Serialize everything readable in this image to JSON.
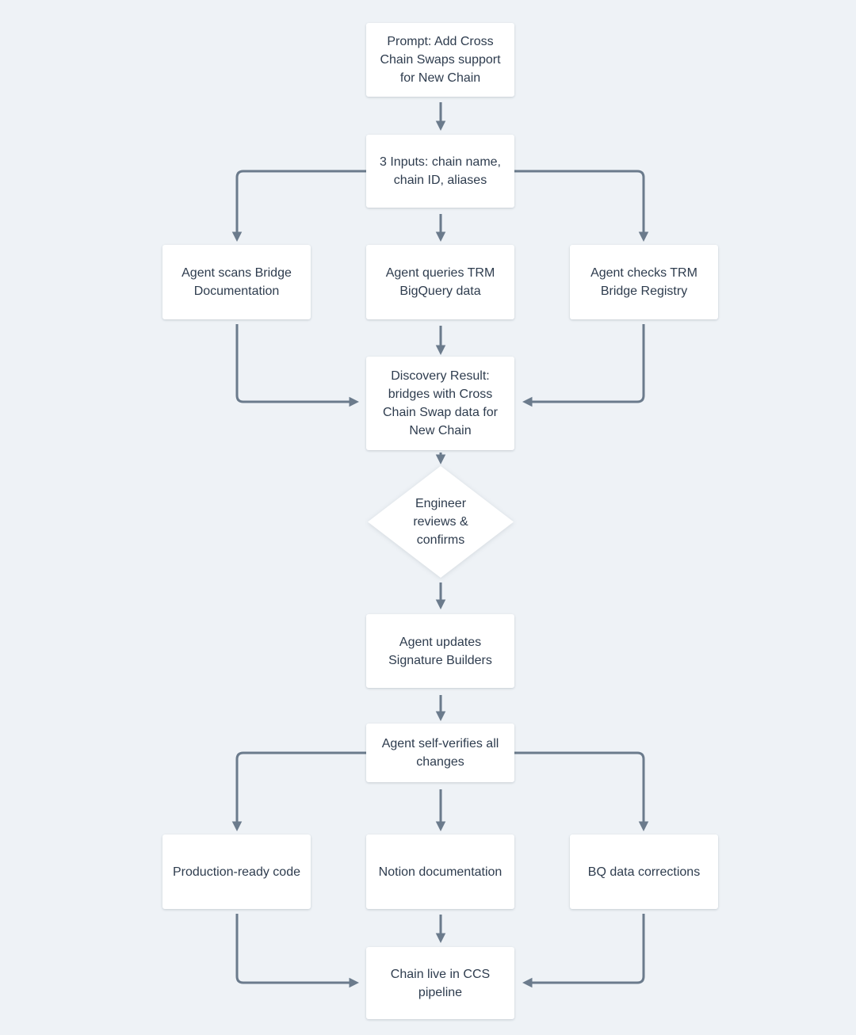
{
  "diagram": {
    "type": "flowchart",
    "theme": {
      "background": "#eef2f6",
      "node_fill": "#ffffff",
      "node_text": "#2e3c4e",
      "arrow": "#6b7b8c"
    },
    "nodes": {
      "prompt": {
        "shape": "rect",
        "label": "Prompt: Add Cross Chain Swaps support for New Chain"
      },
      "inputs": {
        "shape": "rect",
        "label": "3 Inputs: chain name, chain ID, aliases"
      },
      "scan_docs": {
        "shape": "rect",
        "label": "Agent scans Bridge Documentation"
      },
      "query_bq": {
        "shape": "rect",
        "label": "Agent queries TRM BigQuery data"
      },
      "check_registry": {
        "shape": "rect",
        "label": "Agent checks TRM Bridge Registry"
      },
      "discovery": {
        "shape": "rect",
        "label": "Discovery Result: bridges with Cross Chain Swap data for New Chain"
      },
      "review": {
        "shape": "diamond",
        "label": "Engineer reviews & confirms"
      },
      "update_builders": {
        "shape": "rect",
        "label": "Agent updates Signature Builders"
      },
      "self_verify": {
        "shape": "rect",
        "label": "Agent self-verifies all changes"
      },
      "prod_code": {
        "shape": "rect",
        "label": "Production-ready code"
      },
      "notion_docs": {
        "shape": "rect",
        "label": "Notion documentation"
      },
      "bq_corrections": {
        "shape": "rect",
        "label": "BQ data corrections"
      },
      "live": {
        "shape": "rect",
        "label": "Chain live in CCS pipeline"
      }
    },
    "edges": [
      {
        "from": "prompt",
        "to": "inputs"
      },
      {
        "from": "inputs",
        "to": "scan_docs"
      },
      {
        "from": "inputs",
        "to": "query_bq"
      },
      {
        "from": "inputs",
        "to": "check_registry"
      },
      {
        "from": "scan_docs",
        "to": "discovery"
      },
      {
        "from": "query_bq",
        "to": "discovery"
      },
      {
        "from": "check_registry",
        "to": "discovery"
      },
      {
        "from": "discovery",
        "to": "review"
      },
      {
        "from": "review",
        "to": "update_builders"
      },
      {
        "from": "update_builders",
        "to": "self_verify"
      },
      {
        "from": "self_verify",
        "to": "prod_code"
      },
      {
        "from": "self_verify",
        "to": "notion_docs"
      },
      {
        "from": "self_verify",
        "to": "bq_corrections"
      },
      {
        "from": "prod_code",
        "to": "live"
      },
      {
        "from": "notion_docs",
        "to": "live"
      },
      {
        "from": "bq_corrections",
        "to": "live"
      }
    ]
  }
}
